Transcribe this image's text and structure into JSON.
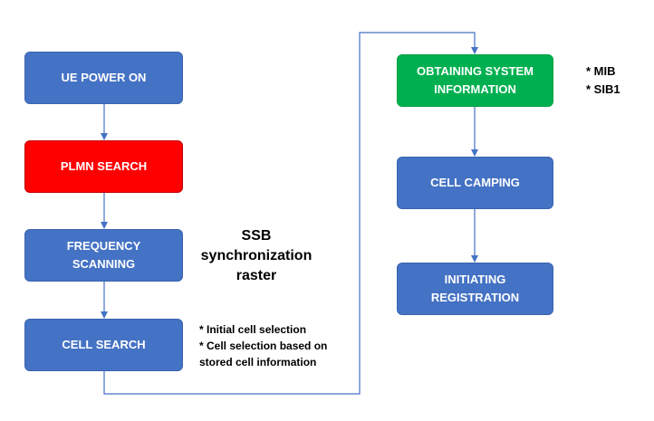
{
  "colors": {
    "box_blue": "#4472c4",
    "box_red": "#ff0000",
    "box_green": "#00b050",
    "connector": "#4472c4"
  },
  "steps": [
    {
      "id": "ue_power_on",
      "label": "UE POWER ON",
      "color": "blue"
    },
    {
      "id": "plmn_search",
      "label": "PLMN SEARCH",
      "color": "red"
    },
    {
      "id": "frequency_scanning",
      "label": "FREQUENCY\nSCANNING",
      "color": "blue"
    },
    {
      "id": "cell_search",
      "label": "CELL SEARCH",
      "color": "blue"
    },
    {
      "id": "obtaining_system_information",
      "label": "OBTAINING SYSTEM\nINFORMATION",
      "color": "green"
    },
    {
      "id": "cell_camping",
      "label": "CELL CAMPING",
      "color": "blue"
    },
    {
      "id": "initiating_registration",
      "label": "INITIATING\nREGISTRATION",
      "color": "blue"
    }
  ],
  "edges": [
    [
      "ue_power_on",
      "plmn_search"
    ],
    [
      "plmn_search",
      "frequency_scanning"
    ],
    [
      "frequency_scanning",
      "cell_search"
    ],
    [
      "cell_search",
      "obtaining_system_information"
    ],
    [
      "obtaining_system_information",
      "cell_camping"
    ],
    [
      "cell_camping",
      "initiating_registration"
    ]
  ],
  "annotations": {
    "ssb": "SSB\nsynchronization\nraster",
    "cell_search_notes": [
      "* Initial cell selection",
      "* Cell selection based on",
      "stored cell information"
    ],
    "system_info_notes": [
      "* MIB",
      "* SIB1"
    ]
  }
}
